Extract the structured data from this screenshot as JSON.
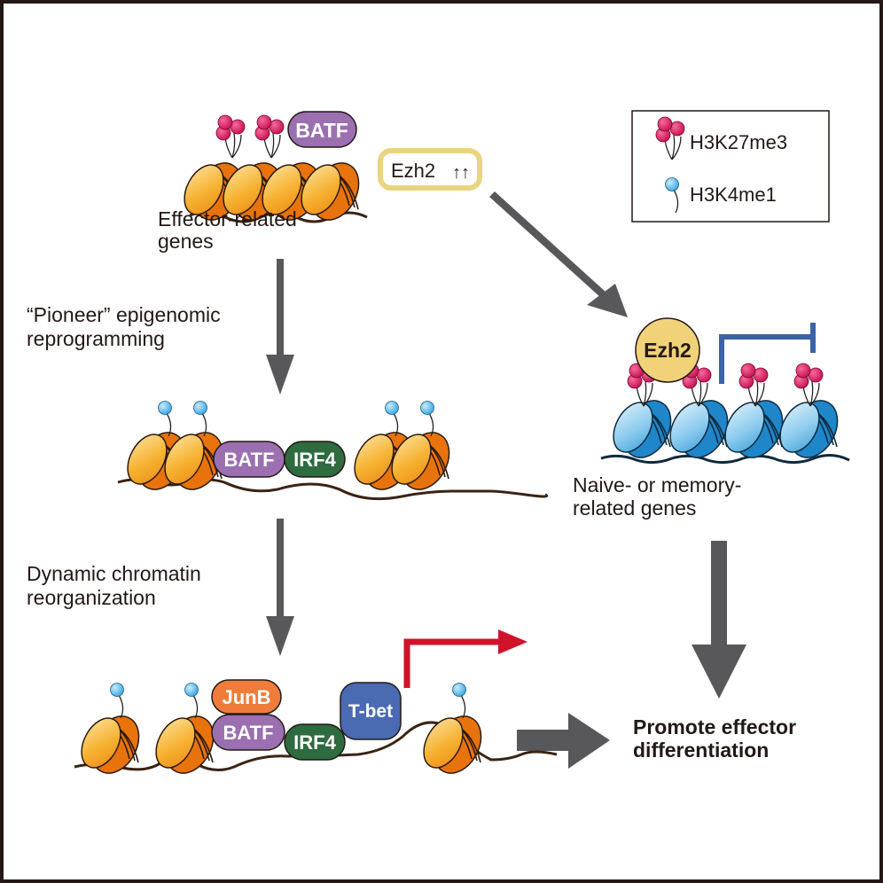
{
  "figure": {
    "type": "graphical-abstract",
    "colors": {
      "border": "#231815",
      "arrow_gray": "#58585a",
      "nucleosome_orange": "#f39a1e",
      "nucleosome_blue": "#3fa9e0",
      "h3k27me3": "#d6145f",
      "h3k4me1": "#5ab4e6",
      "batf": "#9b6fb0",
      "irf4": "#2e6b3f",
      "junb": "#ef7c3a",
      "tbet": "#4a6ab1",
      "ezh2_fill": "#f1d279",
      "ezh2_box_border": "#ead480",
      "activation_arrow": "#d0122b",
      "repression_bar": "#3a63a8"
    }
  },
  "legend": {
    "items": [
      {
        "mark": "h3k27me3-cluster-icon",
        "label": "H3K27me3"
      },
      {
        "mark": "h3k4me1-balloon-icon",
        "label": "H3K4me1"
      }
    ]
  },
  "top": {
    "gene_label_line1": "Effector-related",
    "gene_label_line2": "genes",
    "batf": "BATF",
    "ezh2_box_label": "Ezh2",
    "ezh2_box_arrows": "↑↑"
  },
  "steps": {
    "step1_line1": "“Pioneer” epigenomic",
    "step1_line2": "reprogramming",
    "step2_line1": "Dynamic chromatin",
    "step2_line2": "reorganization"
  },
  "middle": {
    "batf": "BATF",
    "irf4": "IRF4"
  },
  "bottom": {
    "junb": "JunB",
    "batf": "BATF",
    "irf4": "IRF4",
    "tbet": "T-bet"
  },
  "right": {
    "ezh2": "Ezh2",
    "gene_label_line1": "Naive- or memory-",
    "gene_label_line2": "related genes"
  },
  "outcome": {
    "line1": "Promote effector",
    "line2": "differentiation"
  }
}
